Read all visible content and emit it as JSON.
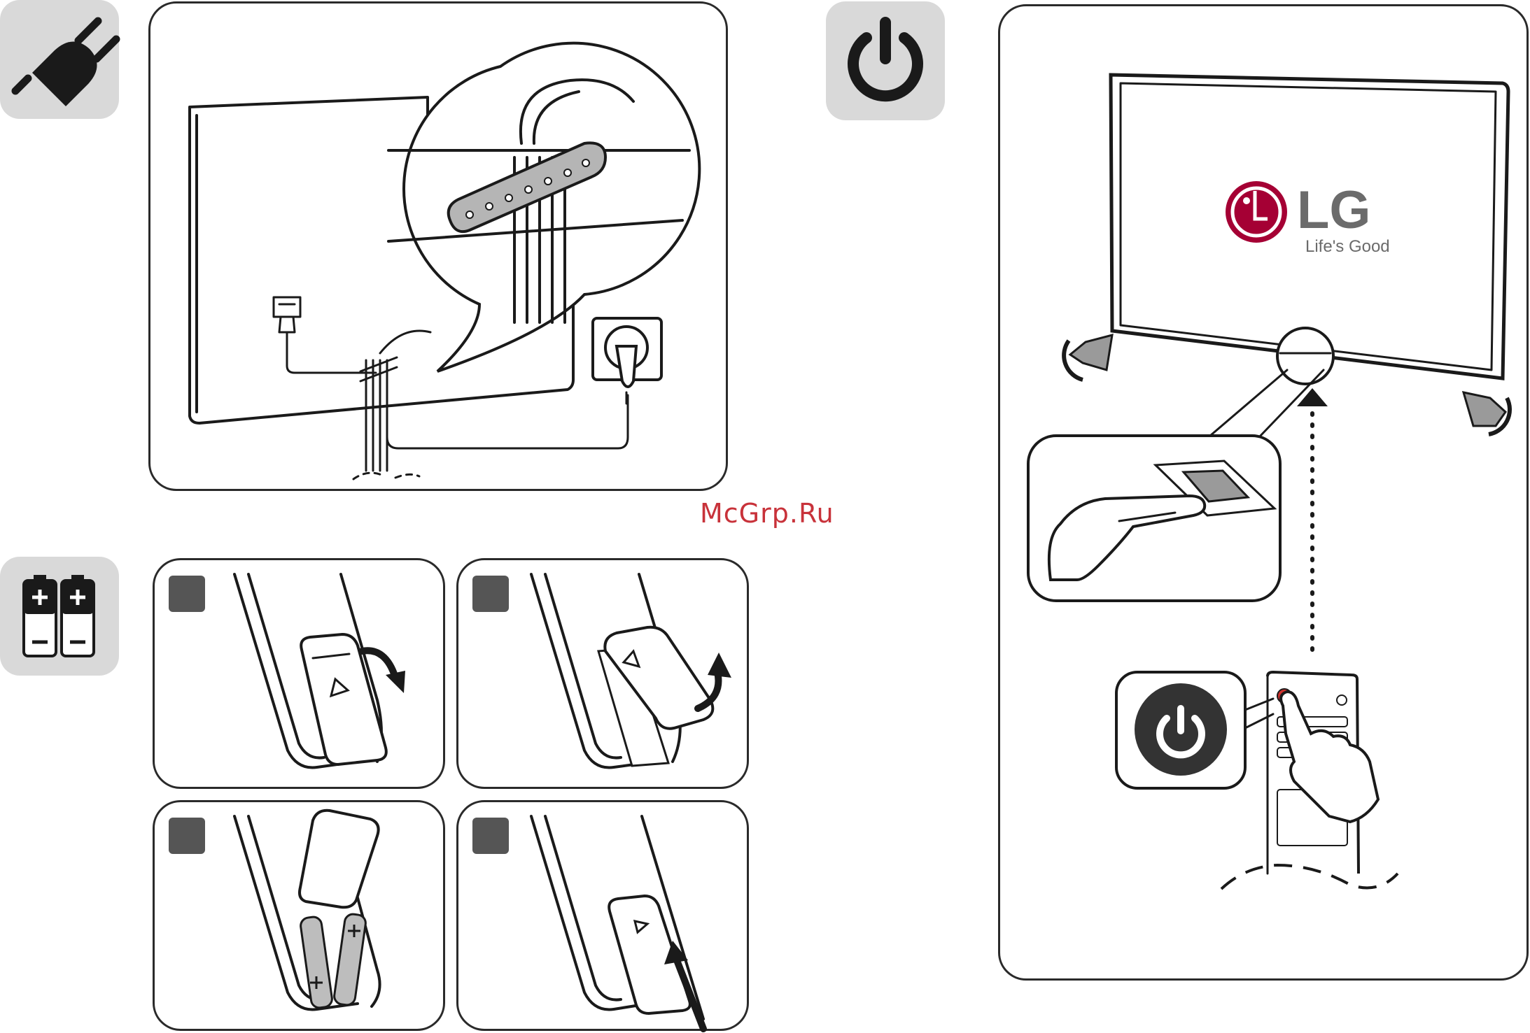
{
  "watermark": {
    "text": "McGrp.Ru"
  },
  "logo": {
    "brand": "LG",
    "tagline": "Life's Good",
    "color": "#a50034"
  },
  "icons": {
    "plug_badge": "plug-icon",
    "battery_badge": "battery-icon",
    "power_badge": "power-icon"
  },
  "colors": {
    "badge_bg": "#d9d9d9",
    "step_marker": "#555555",
    "remote_button": "#d0312d"
  }
}
